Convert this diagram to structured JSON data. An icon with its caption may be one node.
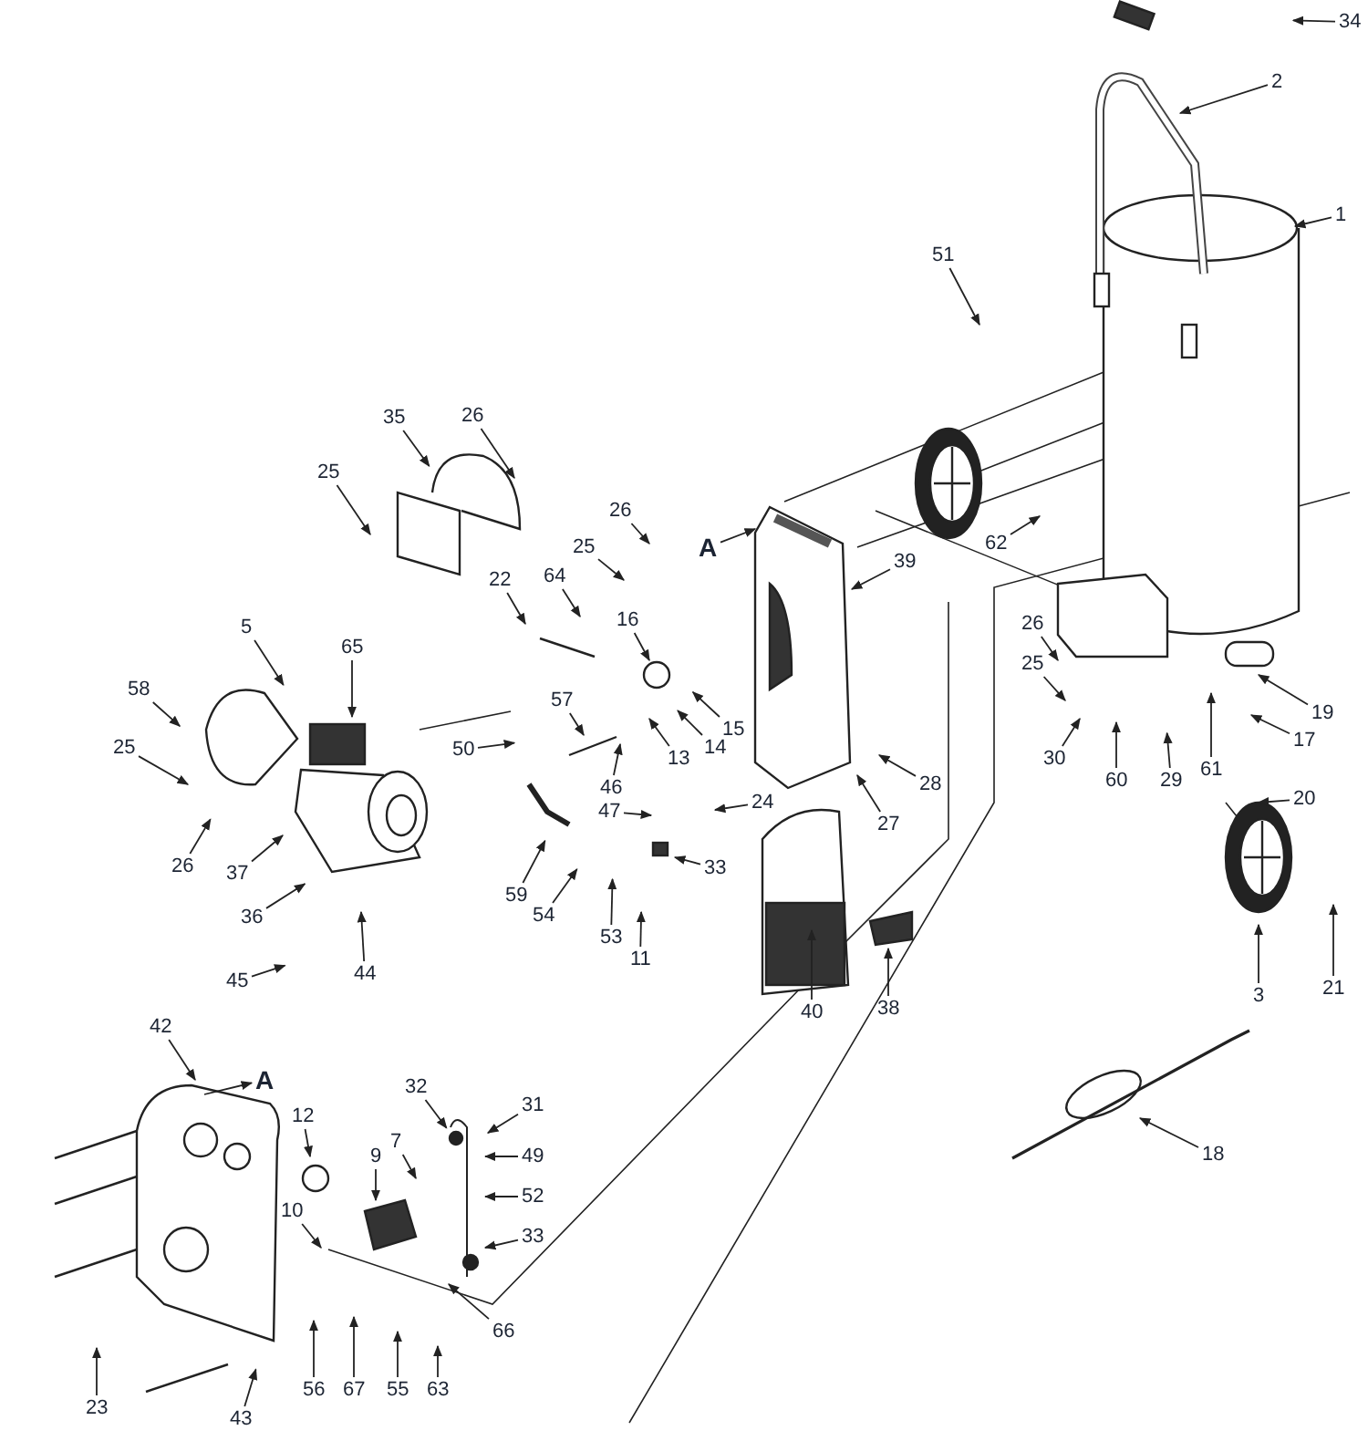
{
  "diagram": {
    "nodes": [
      {
        "text": [
          "34"
        ]
      },
      {
        "text": [
          "2"
        ]
      },
      {
        "text": [
          "1"
        ]
      },
      {
        "text": [
          "51"
        ]
      },
      {
        "text": [
          "35"
        ]
      },
      {
        "text": [
          "26"
        ]
      },
      {
        "text": [
          "25"
        ]
      },
      {
        "text": [
          "26"
        ]
      },
      {
        "text": [
          "A"
        ]
      },
      {
        "text": [
          "25"
        ]
      },
      {
        "text": [
          "39"
        ]
      },
      {
        "text": [
          "22"
        ]
      },
      {
        "text": [
          "64"
        ]
      },
      {
        "text": [
          "16"
        ]
      },
      {
        "text": [
          "62"
        ]
      },
      {
        "text": [
          "26"
        ]
      },
      {
        "text": [
          "25"
        ]
      },
      {
        "text": [
          "65"
        ]
      },
      {
        "text": [
          "5"
        ]
      },
      {
        "text": [
          "58"
        ]
      },
      {
        "text": [
          "57"
        ]
      },
      {
        "text": [
          "19"
        ]
      },
      {
        "text": [
          "50"
        ]
      },
      {
        "text": [
          "15"
        ]
      },
      {
        "text": [
          "17"
        ]
      },
      {
        "text": [
          "25"
        ]
      },
      {
        "text": [
          "30"
        ]
      },
      {
        "text": [
          "13"
        ]
      },
      {
        "text": [
          "14"
        ]
      },
      {
        "text": [
          "60"
        ]
      },
      {
        "text": [
          "29"
        ]
      },
      {
        "text": [
          "61"
        ]
      },
      {
        "text": [
          "46"
        ]
      },
      {
        "text": [
          "28"
        ]
      },
      {
        "text": [
          "24"
        ]
      },
      {
        "text": [
          "20"
        ]
      },
      {
        "text": [
          "47"
        ]
      },
      {
        "text": [
          "27"
        ]
      },
      {
        "text": [
          "33"
        ]
      },
      {
        "text": [
          "26"
        ]
      },
      {
        "text": [
          "37"
        ]
      },
      {
        "text": [
          "59"
        ]
      },
      {
        "text": [
          "54"
        ]
      },
      {
        "text": [
          "36"
        ]
      },
      {
        "text": [
          "53"
        ]
      },
      {
        "text": [
          "11"
        ]
      },
      {
        "text": [
          "44"
        ]
      },
      {
        "text": [
          "45"
        ]
      },
      {
        "text": [
          "21"
        ]
      },
      {
        "text": [
          "3"
        ]
      },
      {
        "text": [
          "40"
        ]
      },
      {
        "text": [
          "38"
        ]
      },
      {
        "text": [
          "42"
        ]
      },
      {
        "text": [
          "A"
        ]
      },
      {
        "text": [
          "32"
        ]
      },
      {
        "text": [
          "31"
        ]
      },
      {
        "text": [
          "12"
        ]
      },
      {
        "text": [
          "7"
        ]
      },
      {
        "text": [
          "9"
        ]
      },
      {
        "text": [
          "10"
        ]
      },
      {
        "text": [
          "49"
        ]
      },
      {
        "text": [
          "52"
        ]
      },
      {
        "text": [
          "18"
        ]
      },
      {
        "text": [
          "33"
        ]
      },
      {
        "text": [
          "66"
        ]
      },
      {
        "text": [
          "67"
        ]
      },
      {
        "text": [
          "56"
        ]
      },
      {
        "text": [
          "63"
        ]
      },
      {
        "text": [
          "55"
        ]
      },
      {
        "text": [
          "23"
        ]
      },
      {
        "text": [
          "43"
        ]
      }
    ],
    "edges": [
      {
        "from": 0,
        "to": null,
        "arrow": "to"
      },
      {
        "from": 1,
        "to": null,
        "arrow": "to"
      },
      {
        "from": 2,
        "to": null,
        "arrow": "to"
      },
      {
        "from": 3,
        "to": null,
        "arrow": "to"
      },
      {
        "from": 4,
        "to": null,
        "arrow": "to"
      },
      {
        "from": 5,
        "to": null,
        "arrow": "to"
      },
      {
        "from": 6,
        "to": null,
        "arrow": "to"
      },
      {
        "from": 7,
        "to": null,
        "arrow": "to"
      },
      {
        "from": 8,
        "to": null,
        "arrow": "to"
      },
      {
        "from": 9,
        "to": null,
        "arrow": "to"
      },
      {
        "from": 10,
        "to": null,
        "arrow": "to"
      },
      {
        "from": 11,
        "to": null,
        "arrow": "to"
      },
      {
        "from": 12,
        "to": null,
        "arrow": "to"
      },
      {
        "from": 13,
        "to": null,
        "arrow": "to"
      },
      {
        "from": 14,
        "to": null,
        "arrow": "to"
      },
      {
        "from": 15,
        "to": null,
        "arrow": "to"
      },
      {
        "from": 16,
        "to": null,
        "arrow": "to"
      },
      {
        "from": 17,
        "to": null,
        "arrow": "to"
      },
      {
        "from": 18,
        "to": null,
        "arrow": "to"
      },
      {
        "from": 19,
        "to": null,
        "arrow": "to"
      },
      {
        "from": 20,
        "to": null,
        "arrow": "to"
      },
      {
        "from": 21,
        "to": null,
        "arrow": "to"
      },
      {
        "from": 22,
        "to": null,
        "arrow": "to"
      },
      {
        "from": 23,
        "to": null,
        "arrow": "to"
      },
      {
        "from": 24,
        "to": null,
        "arrow": "to"
      },
      {
        "from": 25,
        "to": null,
        "arrow": "to"
      },
      {
        "from": 26,
        "to": null,
        "arrow": "to"
      },
      {
        "from": 27,
        "to": null,
        "arrow": "to"
      },
      {
        "from": 28,
        "to": null,
        "arrow": "to"
      },
      {
        "from": 29,
        "to": null,
        "arrow": "to"
      },
      {
        "from": 30,
        "to": null,
        "arrow": "to"
      },
      {
        "from": 31,
        "to": null,
        "arrow": "to"
      },
      {
        "from": 32,
        "to": null,
        "arrow": "to"
      },
      {
        "from": 33,
        "to": null,
        "arrow": "to"
      },
      {
        "from": 34,
        "to": null,
        "arrow": "to"
      },
      {
        "from": 35,
        "to": null,
        "arrow": "to"
      },
      {
        "from": 36,
        "to": null,
        "arrow": "to"
      },
      {
        "from": 37,
        "to": null,
        "arrow": "to"
      },
      {
        "from": 38,
        "to": null,
        "arrow": "to"
      },
      {
        "from": 39,
        "to": null,
        "arrow": "to"
      },
      {
        "from": 40,
        "to": null,
        "arrow": "to"
      },
      {
        "from": 41,
        "to": null,
        "arrow": "to"
      },
      {
        "from": 42,
        "to": null,
        "arrow": "to"
      },
      {
        "from": 43,
        "to": null,
        "arrow": "to"
      },
      {
        "from": 44,
        "to": null,
        "arrow": "to"
      },
      {
        "from": 45,
        "to": null,
        "arrow": "to"
      },
      {
        "from": 46,
        "to": null,
        "arrow": "to"
      },
      {
        "from": 47,
        "to": null,
        "arrow": "to"
      },
      {
        "from": 48,
        "to": null,
        "arrow": "to"
      },
      {
        "from": 49,
        "to": null,
        "arrow": "to"
      },
      {
        "from": 50,
        "to": null,
        "arrow": "to"
      },
      {
        "from": 51,
        "to": null,
        "arrow": "to"
      },
      {
        "from": 52,
        "to": null,
        "arrow": "to"
      },
      {
        "from": null,
        "to": 53,
        "arrow": "to"
      },
      {
        "from": 54,
        "to": null,
        "arrow": "to"
      },
      {
        "from": 55,
        "to": null,
        "arrow": "to"
      },
      {
        "from": 56,
        "to": null,
        "arrow": "to"
      },
      {
        "from": 57,
        "to": null,
        "arrow": "to"
      },
      {
        "from": 58,
        "to": null,
        "arrow": "to"
      },
      {
        "from": 59,
        "to": null,
        "arrow": "to"
      },
      {
        "from": 60,
        "to": null,
        "arrow": "to"
      },
      {
        "from": 61,
        "to": null,
        "arrow": "to"
      },
      {
        "from": 62,
        "to": null,
        "arrow": "to"
      },
      {
        "from": 63,
        "to": null,
        "arrow": "to"
      },
      {
        "from": 64,
        "to": null,
        "arrow": "to"
      },
      {
        "from": 65,
        "to": null,
        "arrow": "to"
      },
      {
        "from": 66,
        "to": null,
        "arrow": "to"
      },
      {
        "from": 67,
        "to": null,
        "arrow": "to"
      },
      {
        "from": 68,
        "to": null,
        "arrow": "to"
      },
      {
        "from": 69,
        "to": null,
        "arrow": "to"
      },
      {
        "from": 70,
        "to": null,
        "arrow": "to"
      }
    ]
  }
}
